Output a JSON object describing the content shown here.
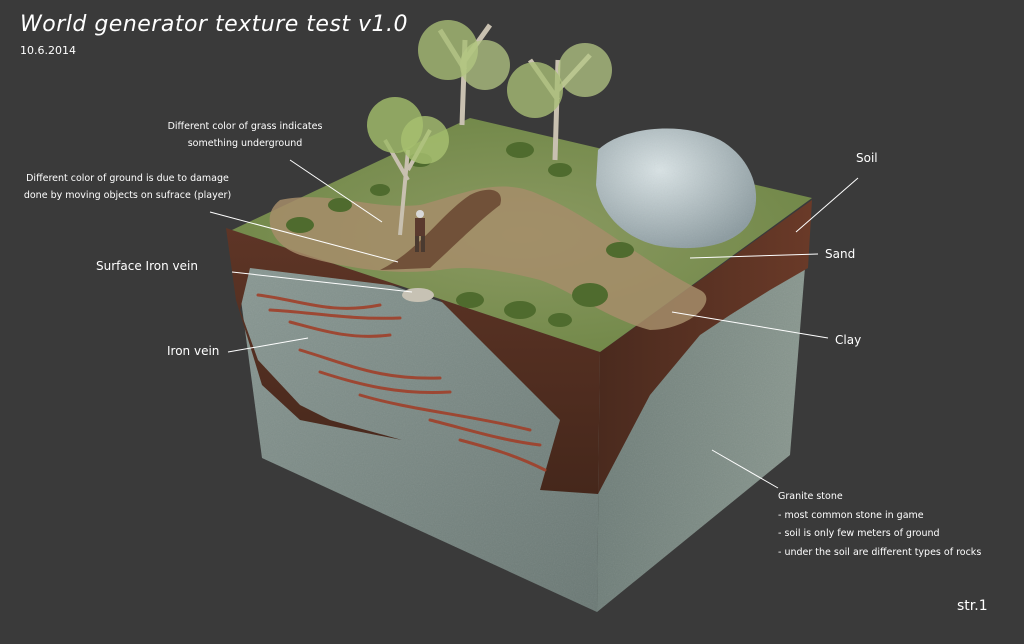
{
  "header": {
    "title": "World generator texture test v1.0",
    "date": "10.6.2014"
  },
  "annotations": {
    "grass": [
      "Different color of grass indicates",
      "something underground"
    ],
    "ground": [
      "Different color of ground is due to damage",
      "done by moving objects on sufrace (player)"
    ],
    "surface_iron_vein": "Surface Iron vein",
    "iron_vein": "Iron vein",
    "soil": "Soil",
    "sand": "Sand",
    "clay": "Clay",
    "granite": {
      "title": "Granite stone",
      "lines": [
        "- most common stone in game",
        "- soil is only few meters of ground",
        "- under the soil are different types of rocks"
      ]
    }
  },
  "footer": {
    "page": "str.1"
  },
  "colors": {
    "background": "#3a3a3a",
    "grass": "#7f9a4c",
    "soil": "#5a3326",
    "granite": "#7e8c86",
    "iron_vein": "#a0402a",
    "boulder": "#b7c6cb"
  }
}
